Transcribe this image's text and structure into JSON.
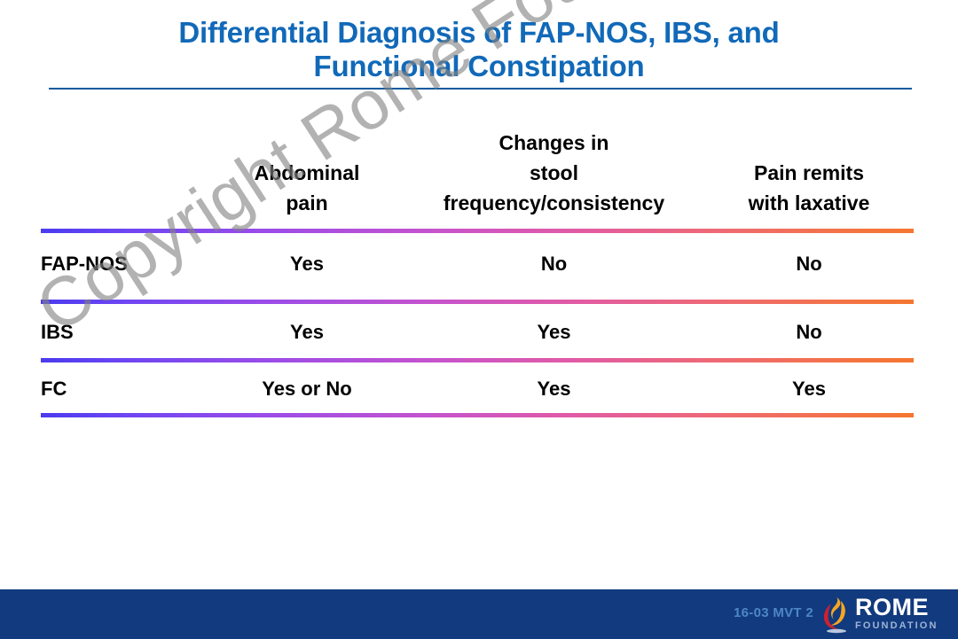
{
  "slide": {
    "title_lines": [
      "Differential Diagnosis of FAP-NOS, IBS, and",
      "Functional Constipation"
    ],
    "title_color": "#1169b8",
    "rule_color": "#0b5a9e",
    "background": "#ffffff"
  },
  "table": {
    "headers": {
      "row_label": "",
      "col1": "Abdominal\npain",
      "col1_lines": [
        "Abdominal",
        "pain"
      ],
      "col2_lines": [
        "Changes in",
        "stool",
        "frequency/consistency"
      ],
      "col3_lines": [
        "Pain remits",
        "with laxative"
      ]
    },
    "rows": [
      {
        "label": "FAP-NOS",
        "col1": "Yes",
        "col2": "No",
        "col3": "No"
      },
      {
        "label": "IBS",
        "col1": "Yes",
        "col2": "Yes",
        "col3": "No"
      },
      {
        "label": "FC",
        "col1": "Yes or No",
        "col2": "Yes",
        "col3": "Yes"
      }
    ],
    "separator_gradient_start": "#4b3bf0",
    "separator_gradient_end": "#f5762f"
  },
  "watermark": {
    "text": "Copyright Rome Foundation",
    "color": "#828282"
  },
  "footer": {
    "background": "#123a7e",
    "code": "16-03  MVT 2",
    "code_color": "#4d86c6",
    "logo": {
      "name": "ROME",
      "tagline": "FOUNDATION",
      "flame_red": "#cf2030",
      "flame_orange": "#f5a623"
    }
  }
}
